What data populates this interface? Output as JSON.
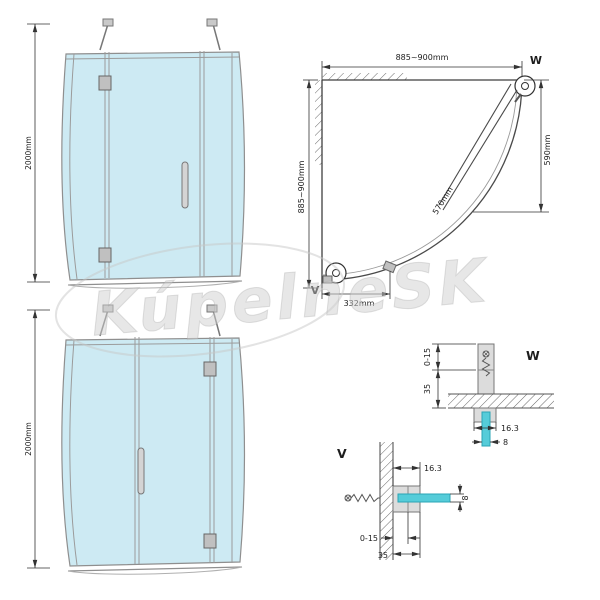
{
  "watermark": "KúpelneSK",
  "colors": {
    "glass": "#cdeaf3",
    "glass_accent": "#55ccd9"
  },
  "front_view_top": {
    "height": "2000mm"
  },
  "front_view_bottom": {
    "height": "2000mm"
  },
  "plan_view": {
    "width_top": "885~900mm",
    "depth_left": "885~900mm",
    "height_right": "590mm",
    "fixed_bottom": "332mm",
    "door_width": "570mm",
    "marker_w": "W",
    "marker_v": "V"
  },
  "detail_w": {
    "label": "W",
    "adjust": "0-15",
    "profile": "35",
    "width": "16.3",
    "glass": "8"
  },
  "detail_v": {
    "label": "V",
    "adjust": "0-15",
    "profile": "35",
    "width": "16.3",
    "glass": "8"
  }
}
